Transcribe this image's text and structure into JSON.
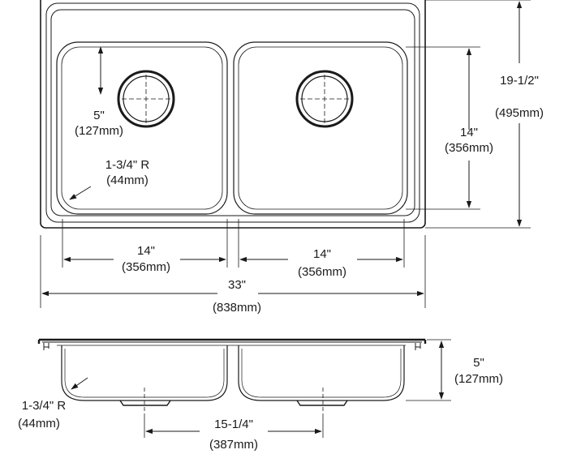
{
  "drawing": {
    "top_view": {
      "bowl_depth_label": {
        "imperial": "5\"",
        "metric": "(127mm)"
      },
      "corner_radius_label": {
        "imperial": "1-3/4\" R",
        "metric": "(44mm)"
      },
      "bowl_length_label": {
        "imperial": "14\"",
        "metric": "(356mm)"
      },
      "overall_width_label": {
        "imperial": "19-1/2\"",
        "metric": "(495mm)"
      },
      "left_bowl_width_label": {
        "imperial": "14\"",
        "metric": "(356mm)"
      },
      "right_bowl_width_label": {
        "imperial": "14\"",
        "metric": "(356mm)"
      },
      "overall_length_label": {
        "imperial": "33\"",
        "metric": "(838mm)"
      }
    },
    "side_view": {
      "depth_label": {
        "imperial": "5\"",
        "metric": "(127mm)"
      },
      "corner_radius_label": {
        "imperial": "1-3/4\" R",
        "metric": "(44mm)"
      },
      "drain_spacing_label": {
        "imperial": "15-1/4\"",
        "metric": "(387mm)"
      }
    }
  }
}
